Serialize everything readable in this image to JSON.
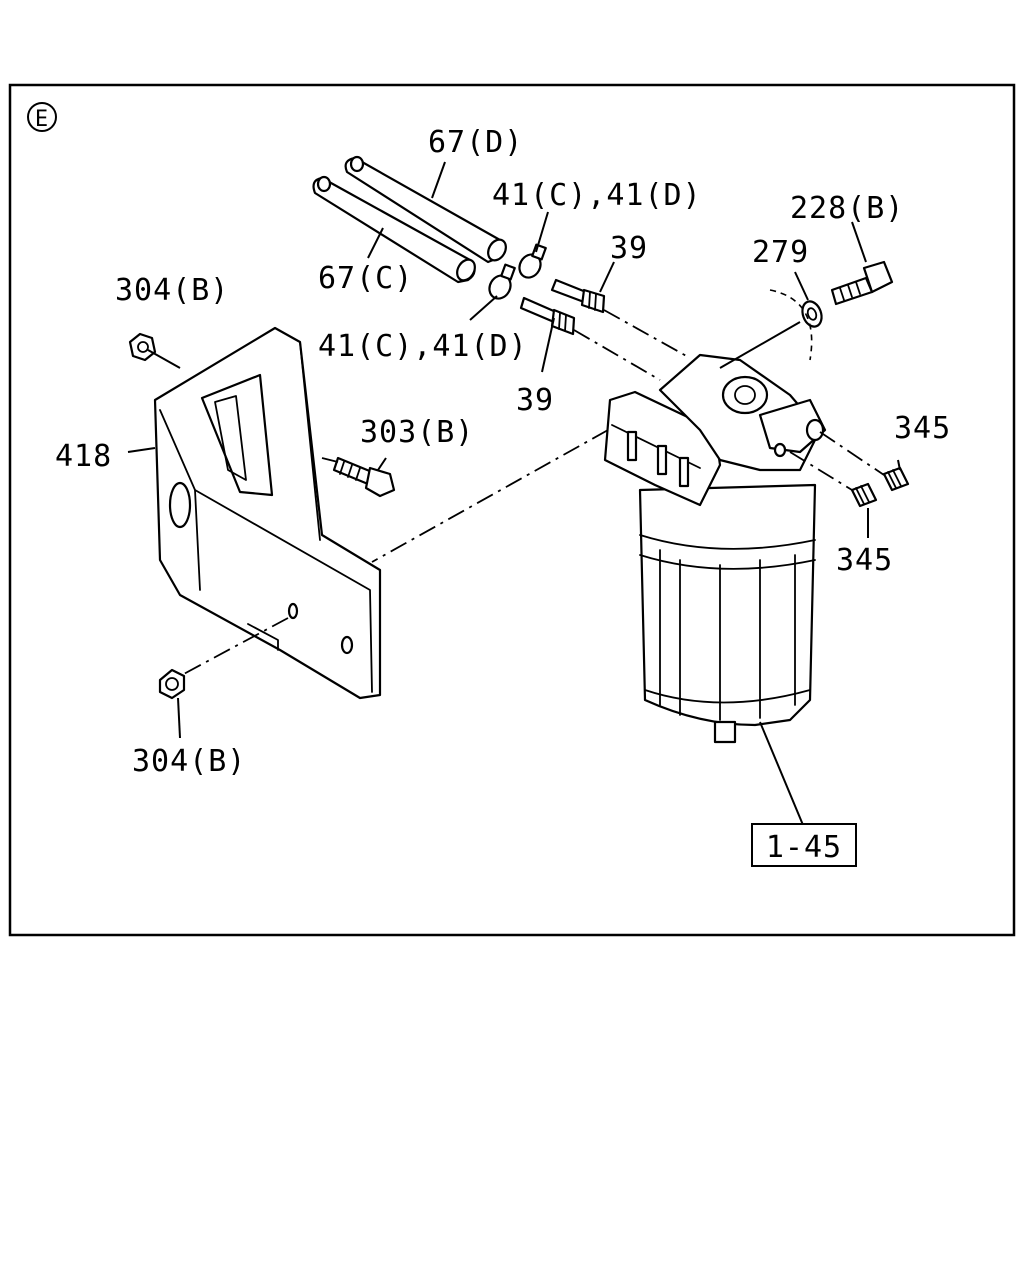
{
  "section_marker": "E",
  "labels": {
    "hose_d": "67(D)",
    "hose_c": "67(C)",
    "clamp_top": "41(C),41(D)",
    "clamp_bottom": "41(C),41(D)",
    "fitting_top": "39",
    "fitting_bottom": "39",
    "washer": "279",
    "bolt_top": "228(B)",
    "nut_top": "304(B)",
    "nut_bottom": "304(B)",
    "bracket": "418",
    "bolt_mid": "303(B)",
    "plug_top": "345",
    "plug_bottom": "345",
    "filter_ref": "1-45"
  }
}
